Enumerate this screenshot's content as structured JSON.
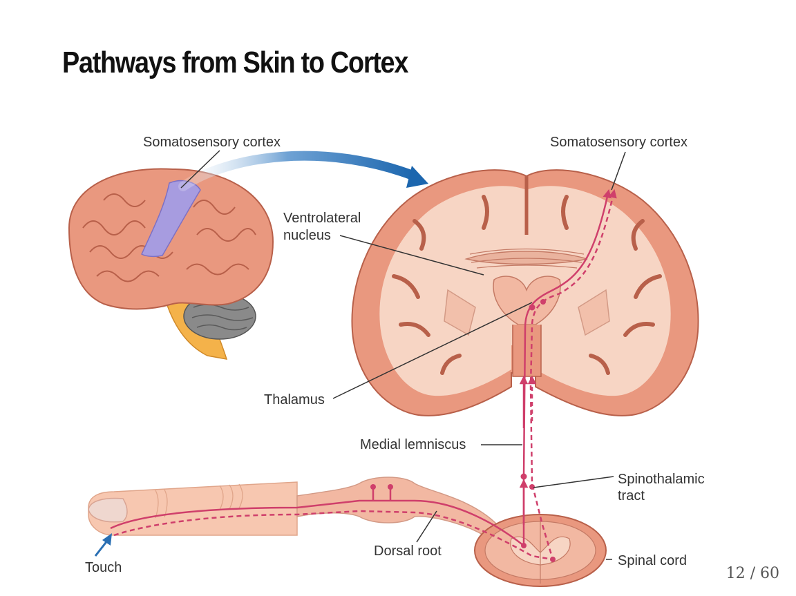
{
  "slide": {
    "title": "Pathways from Skin to Cortex",
    "page": "12 / 60"
  },
  "figure": {
    "labels": {
      "somatosensory_cortex_left": "Somatosensory cortex",
      "somatosensory_cortex_right": "Somatosensory cortex",
      "ventrolateral_line1": "Ventrolateral",
      "ventrolateral_line2": "nucleus",
      "thalamus": "Thalamus",
      "medial_lemniscus": "Medial lemniscus",
      "spinothalamic_line1": "Spinothalamic",
      "spinothalamic_line2": "tract",
      "dorsal_root": "Dorsal root",
      "spinal_cord": "Spinal cord",
      "touch": "Touch"
    }
  },
  "colors": {
    "brain_tissue": "#e9987f",
    "white_matter": "#f7d5c4",
    "pathway": "#cf3f6b",
    "cortex_highlight": "#a79ce0",
    "cerebellum": "#7a7a7a",
    "brainstem": "#f4b24a",
    "arrow": "#2a6fb3",
    "finger": "#f7c7b0"
  },
  "icons": [
    "blue-curved-arrow",
    "touch-arrow"
  ]
}
